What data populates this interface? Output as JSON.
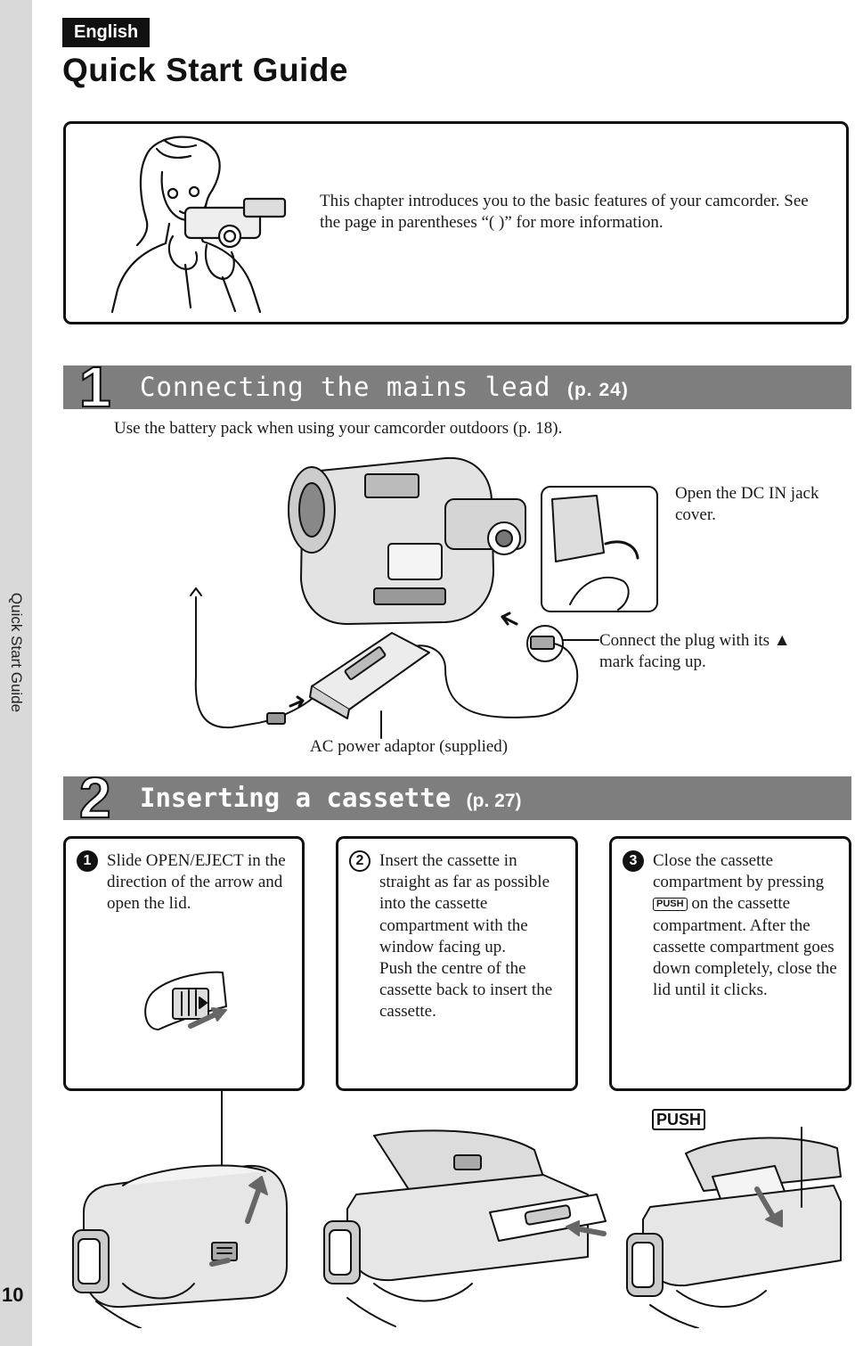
{
  "side_label": "Quick Start Guide",
  "page_number": "10",
  "language": "English",
  "title": "Quick Start Guide",
  "intro": "This chapter introduces you to the basic features of your camcorder. See the page in parentheses “( )” for more information.",
  "section1": {
    "number": "1",
    "title": "Connecting the mains lead",
    "ref": "(p. 24)",
    "body": "Use the battery pack when using your camcorder outdoors (p. 18).",
    "callout_dc_in": "Open the DC IN jack cover.",
    "callout_plug": "Connect the plug with its ▲ mark facing up.",
    "callout_adaptor": "AC power adaptor (supplied)"
  },
  "section2": {
    "number": "2",
    "title": "Inserting a cassette",
    "ref": "(p. 27)",
    "steps": [
      {
        "num": "1",
        "text": "Slide OPEN/EJECT in the direction of the arrow and open the lid."
      },
      {
        "num": "2",
        "text": "Insert the cassette in straight as far as possible into the cassette compartment with the window facing up.",
        "text2": "Push the centre of the cassette back to insert the cassette."
      },
      {
        "num": "3",
        "text_before": "Close the cassette compartment by pressing",
        "push_label": "PUSH",
        "text_after": "on the cassette compartment. After the cassette compartment goes down completely, close the lid until it clicks."
      }
    ],
    "push_callout": "PUSH"
  }
}
